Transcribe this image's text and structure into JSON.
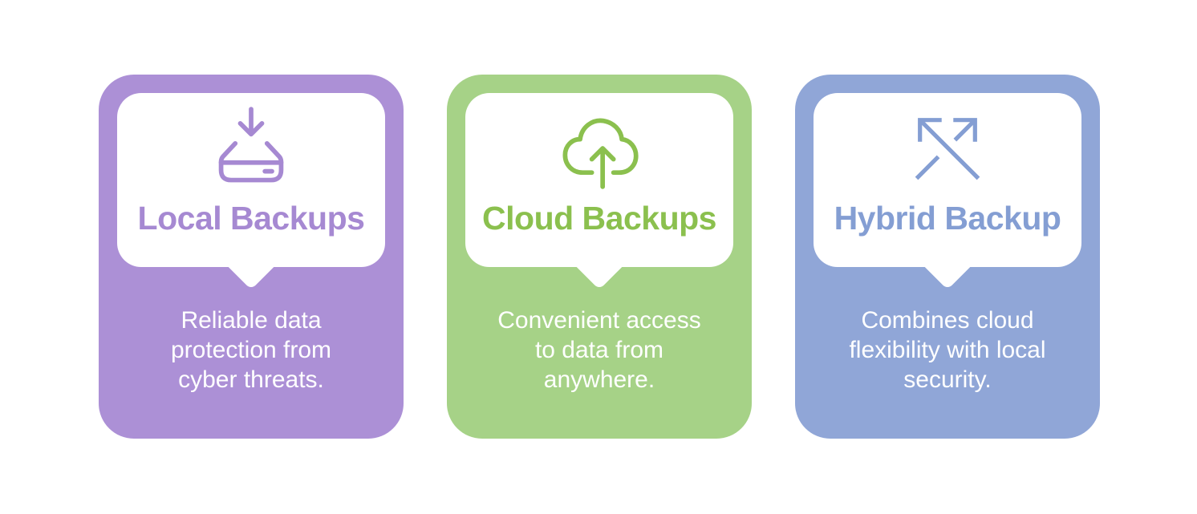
{
  "infographic": {
    "background_color": "#ffffff",
    "cards": [
      {
        "title": "Local Backups",
        "description_lines": [
          "Reliable data",
          "protection from",
          "cyber threats."
        ],
        "icon": "drive-download-icon",
        "colors": {
          "card": "#ac90d6",
          "accent": "#a689d2",
          "bubble": "#ffffff",
          "description_text": "#ffffff"
        }
      },
      {
        "title": "Cloud Backups",
        "description_lines": [
          "Convenient access",
          "to data from",
          "anywhere."
        ],
        "icon": "cloud-upload-icon",
        "colors": {
          "card": "#a6d287",
          "accent": "#8bc04e",
          "bubble": "#ffffff",
          "description_text": "#ffffff"
        }
      },
      {
        "title": "Hybrid Backup",
        "description_lines": [
          "Combines cloud",
          "flexibility with local",
          "security."
        ],
        "icon": "crossed-arrows-icon",
        "colors": {
          "card": "#90a6d7",
          "accent": "#849ed3",
          "bubble": "#ffffff",
          "description_text": "#ffffff"
        }
      }
    ]
  }
}
